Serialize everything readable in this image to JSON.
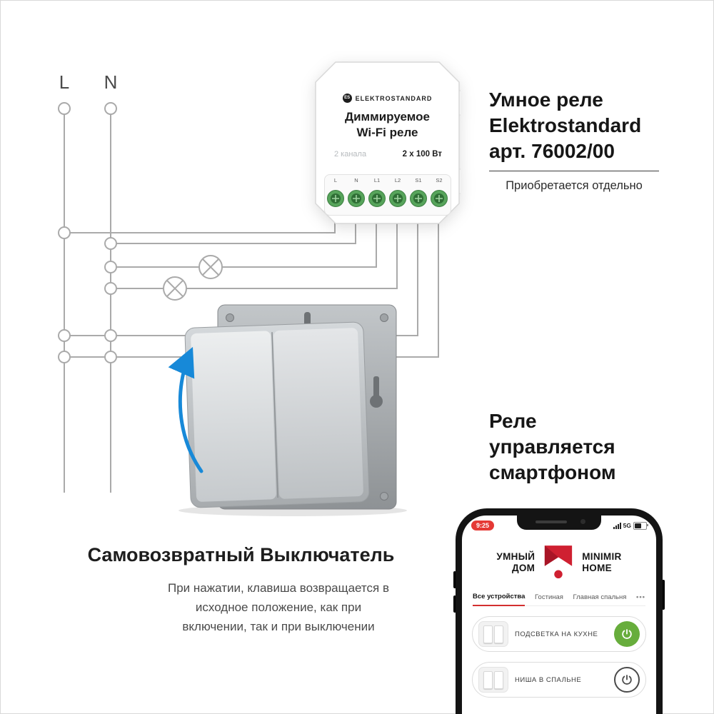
{
  "labels": {
    "line_l": "L",
    "line_n": "N"
  },
  "relay_device": {
    "brand_badge": "ES",
    "brand_name": "ELEKTROSTANDARD",
    "title_line1": "Диммируемое",
    "title_line2": "Wi-Fi реле",
    "channels": "2 канала",
    "power_rating": "2 x 100 Вт",
    "terminals": [
      "L",
      "N",
      "L1",
      "L2",
      "S1",
      "S2"
    ]
  },
  "relay_annotation": {
    "line1": "Умное реле",
    "line2": "Elektrostandard",
    "line3": "арт. 76002/00",
    "note": "Приобретается отдельно"
  },
  "phone_annotation": {
    "line1": "Реле",
    "line2": "управляется",
    "line3": "смартфоном"
  },
  "switch_annotation": {
    "title": "Самовозвратный Выключатель",
    "desc_line1": "При нажатии, клавиша возвращается в",
    "desc_line2": "исходное положение, как при",
    "desc_line3": "включении, так и при выключении"
  },
  "phone": {
    "time": "9:25",
    "network": "5G",
    "brand_left_line1": "УМНЫЙ",
    "brand_left_line2": "ДОМ",
    "brand_right_line1": "MINIMIR",
    "brand_right_line2": "HOME",
    "tabs": [
      {
        "label": "Все устройства",
        "active": true
      },
      {
        "label": "Гостиная",
        "active": false
      },
      {
        "label": "Главная спальня",
        "active": false
      },
      {
        "label": "•••",
        "active": false
      }
    ],
    "devices": [
      {
        "label": "ПОДСВЕТКА НА КУХНЕ",
        "state": "on"
      },
      {
        "label": "НИША В СПАЛЬНЕ",
        "state": "off"
      }
    ]
  },
  "colors": {
    "accent_red": "#d32f2f",
    "wire_gray": "#aaaaaa",
    "arrow_blue": "#1789d8",
    "power_on_green": "#67ad3c",
    "terminal_green": "#57a45b"
  }
}
